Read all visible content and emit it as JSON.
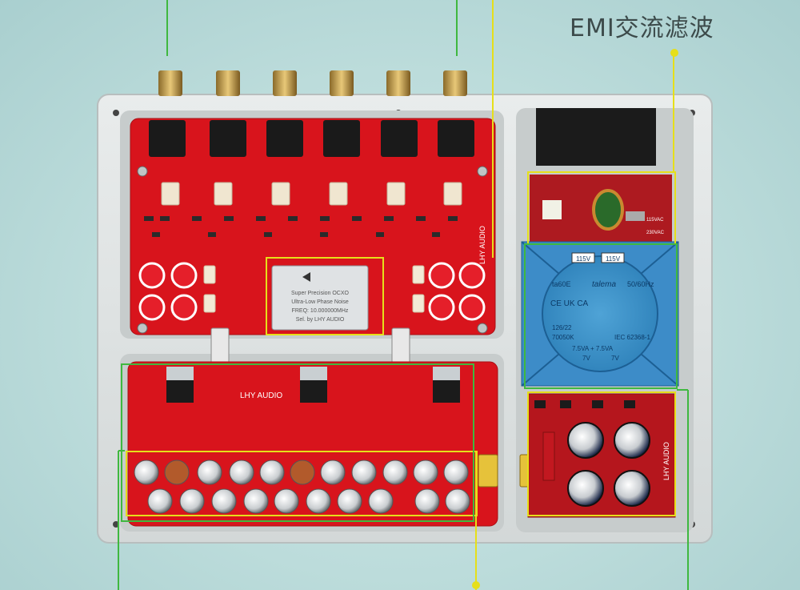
{
  "callouts": {
    "emi_filter": "EMI交流滤波"
  },
  "oscillator": {
    "line1": "Super Precision OCXO",
    "line2": "Ultra-Low Phase Noise",
    "line3": "FREQ: 10.000000MHz",
    "line4": "Sel. by  LHY AUDIO"
  },
  "brand": {
    "name": "LHY AUDIO"
  },
  "transformer": {
    "tag_left": "115V",
    "tag_right": "115V",
    "model": "ta60E",
    "brand": "talema",
    "freq": "50/60Hz",
    "marks": "CE  UK CA",
    "date": "126/22",
    "part": "70050K",
    "standard": "IEC 62368-1",
    "rating": "7.5VA + 7.5VA",
    "volt_left": "7V",
    "volt_right": "7V"
  },
  "voltage_switch": {
    "v115": "115VAC",
    "v230": "230VAC"
  },
  "annotation_colors": {
    "yellow": "#e6df1a",
    "green": "#3fb83f"
  }
}
